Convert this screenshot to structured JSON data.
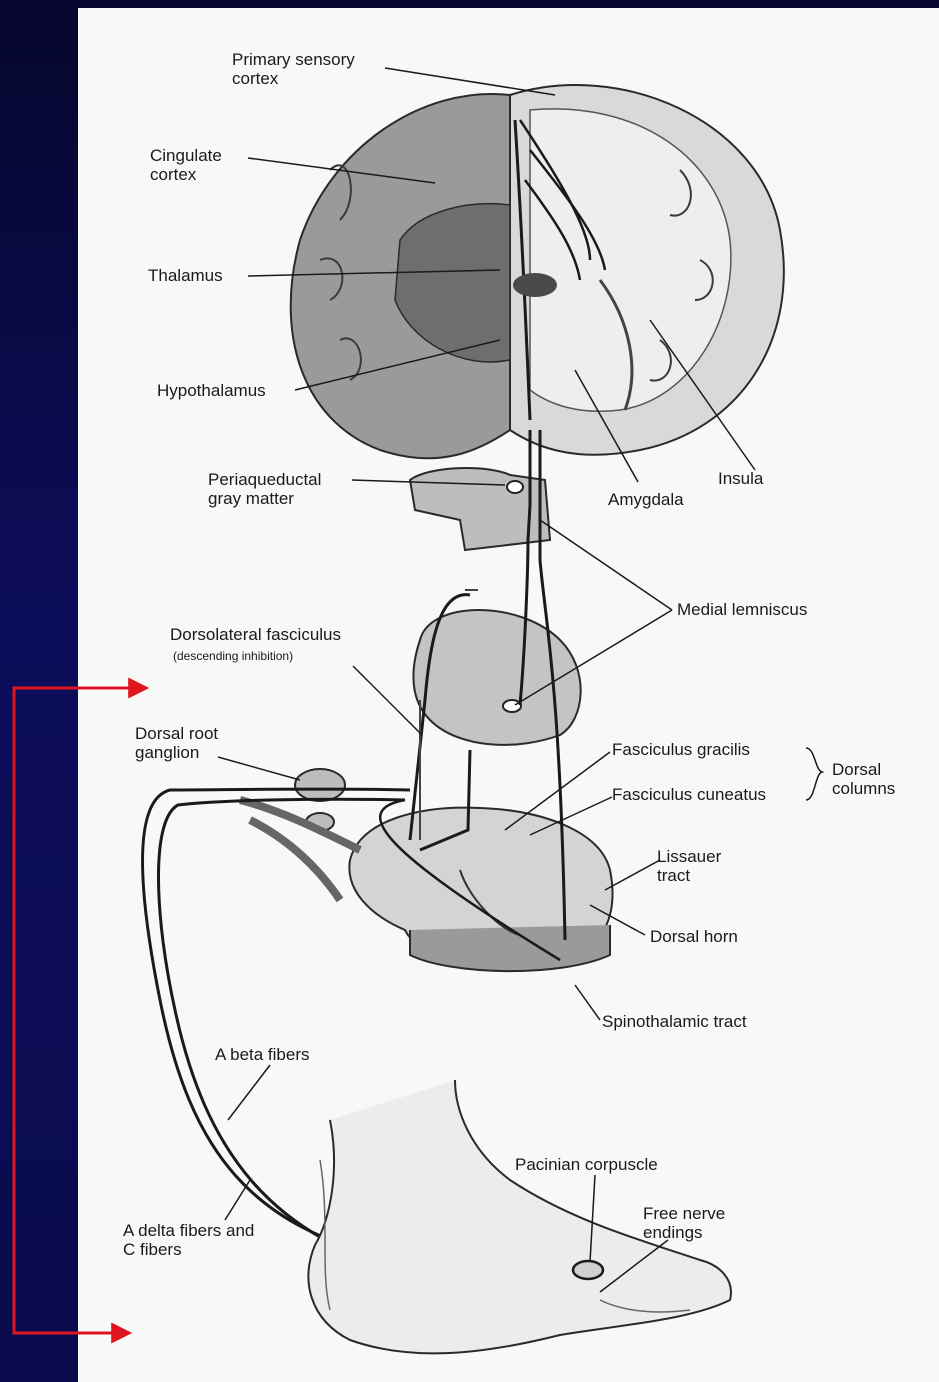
{
  "labels": {
    "primary_sensory_cortex": "Primary sensory\ncortex",
    "cingulate_cortex": "Cingulate\ncortex",
    "thalamus": "Thalamus",
    "hypothalamus": "Hypothalamus",
    "periaqueductal_gray_matter": "Periaqueductal\ngray matter",
    "amygdala": "Amygdala",
    "insula": "Insula",
    "medial_lemniscus": "Medial lemniscus",
    "dorsolateral_fasciculus": "Dorsolateral fasciculus",
    "descending_inhibition": "(descending inhibition)",
    "dorsal_root_ganglion": "Dorsal root\nganglion",
    "fasciculus_gracilis": "Fasciculus gracilis",
    "fasciculus_cuneatus": "Fasciculus cuneatus",
    "dorsal_columns": "Dorsal\ncolumns",
    "lissauer_tract": "Lissauer\ntract",
    "dorsal_horn": "Dorsal horn",
    "spinothalamic_tract": "Spinothalamic tract",
    "a_beta_fibers": "A beta fibers",
    "pacinian_corpuscle": "Pacinian corpuscle",
    "free_nerve_endings": "Free nerve\nendings",
    "a_delta_c_fibers": "A delta fibers and\nC fibers"
  },
  "colors": {
    "slide_background": "#0a0b4d",
    "panel_background": "#f8f8f6",
    "ink": "#1a1a1a",
    "accent_arrow": "#e0141e"
  }
}
